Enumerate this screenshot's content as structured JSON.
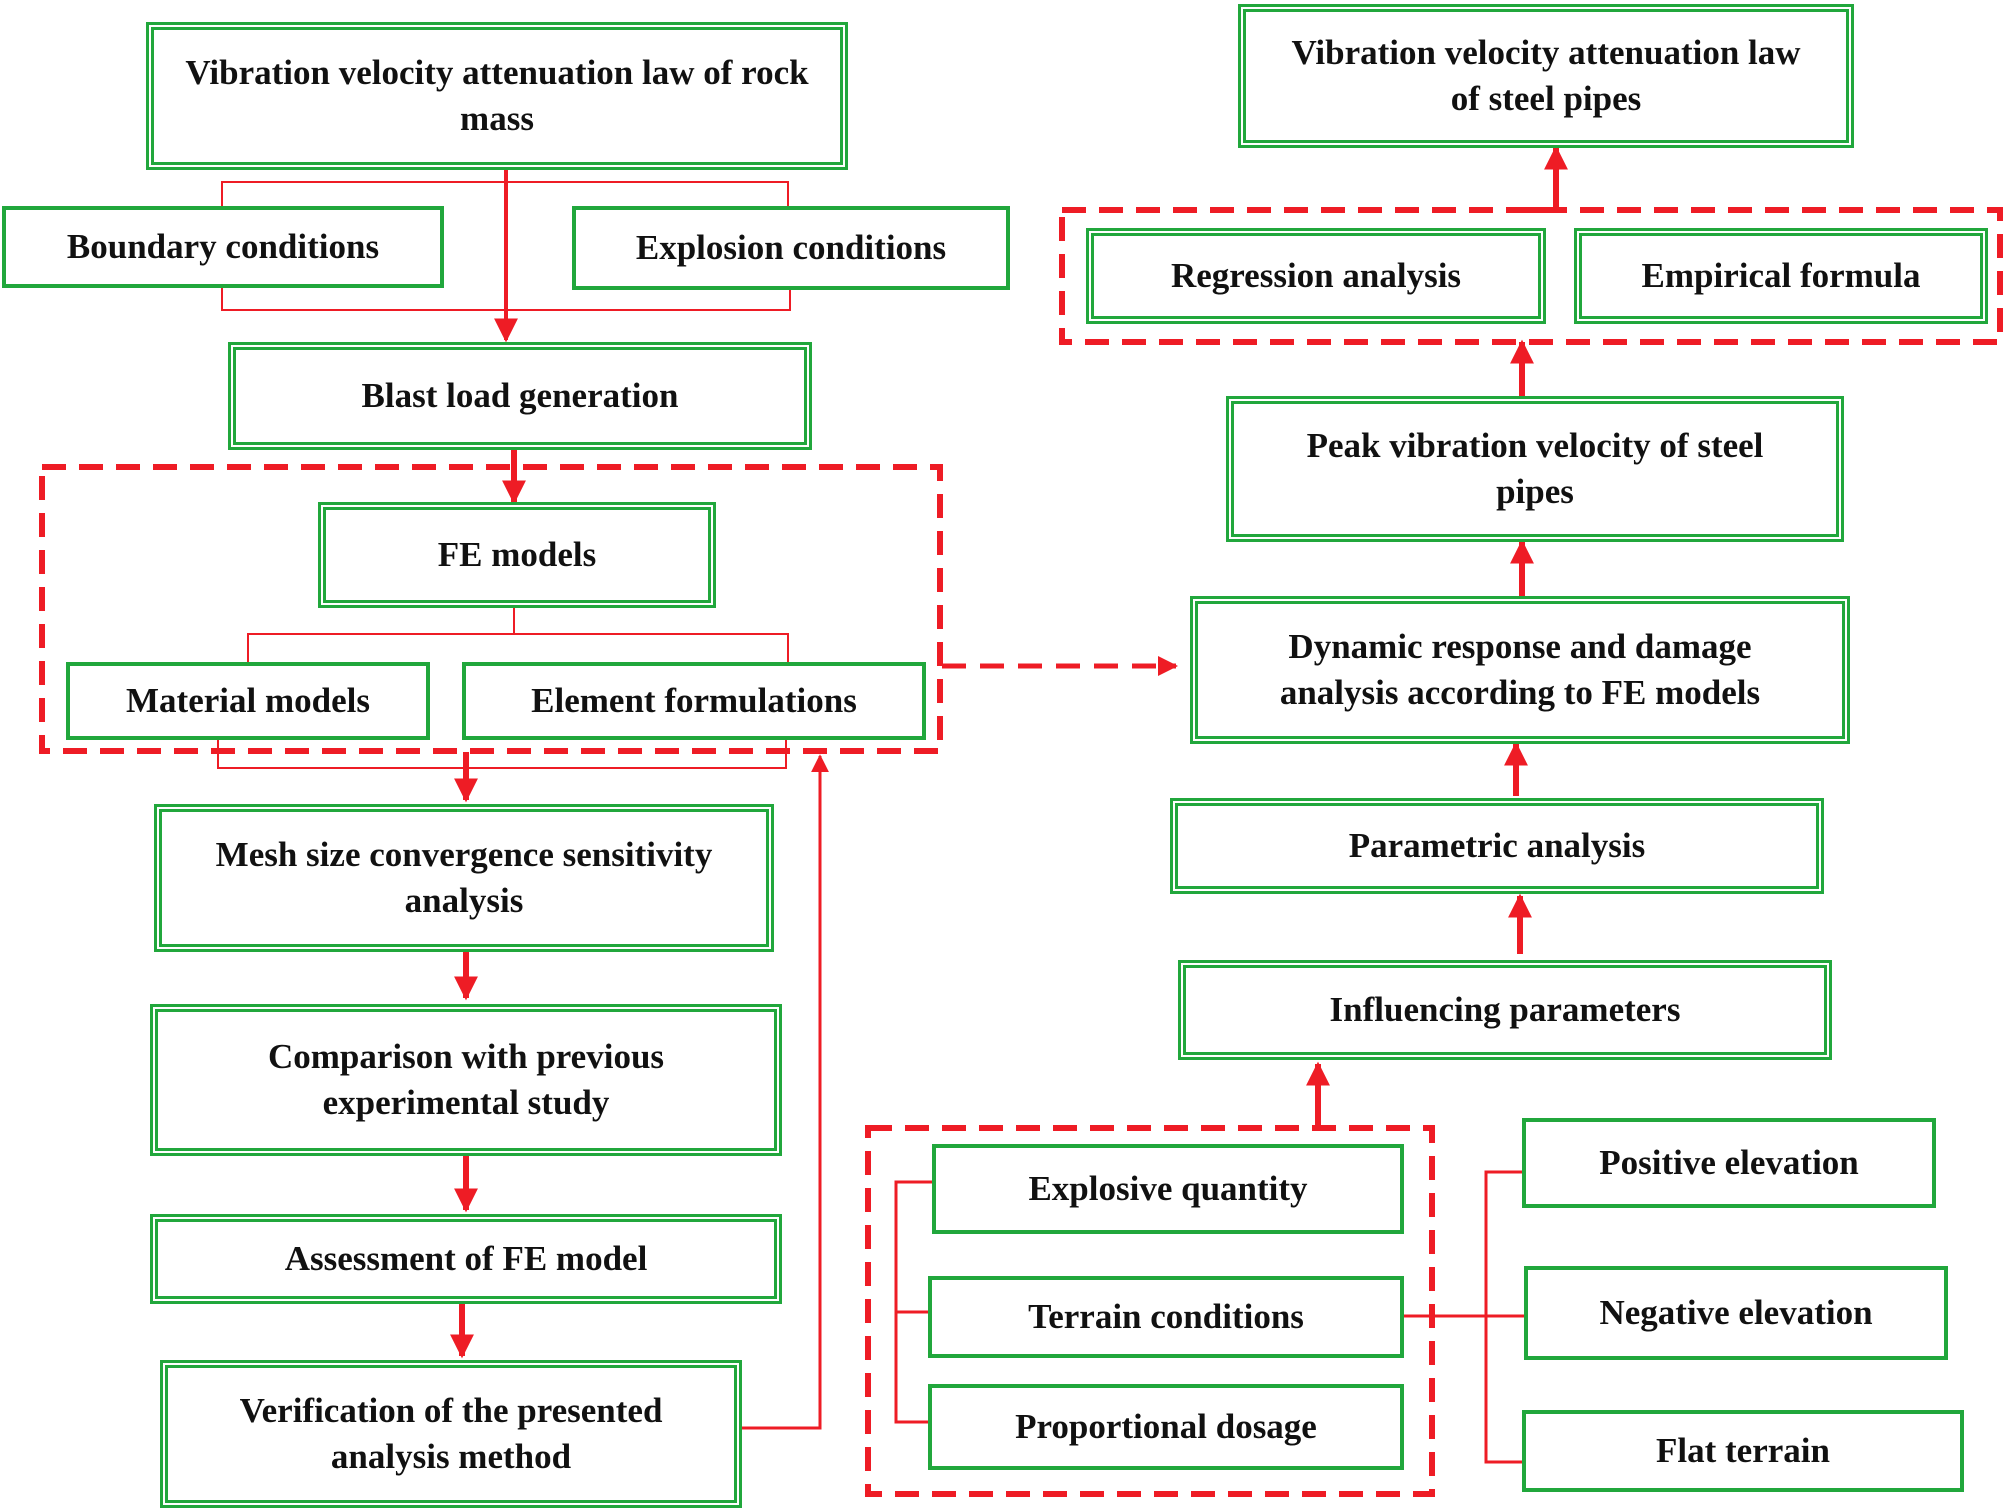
{
  "nodes": {
    "rock_law": "Vibration velocity attenuation law of rock mass",
    "boundary": "Boundary conditions",
    "explosion": "Explosion conditions",
    "blast_load": "Blast load generation",
    "fe_models": "FE models",
    "material": "Material models",
    "element": "Element formulations",
    "mesh": "Mesh size convergence sensitivity analysis",
    "comparison": "Comparison with previous experimental study",
    "assessment": "Assessment of FE model",
    "verification": "Verification of the presented analysis method",
    "steel_law": "Vibration velocity attenuation law of steel pipes",
    "regression": "Regression analysis",
    "empirical": "Empirical formula",
    "peak": "Peak vibration velocity of steel pipes",
    "dynamic": "Dynamic response and damage analysis according to FE models",
    "parametric": "Parametric analysis",
    "influencing": "Influencing parameters",
    "explosive_qty": "Explosive quantity",
    "terrain": "Terrain conditions",
    "proportional": "Proportional dosage",
    "positive": "Positive elevation",
    "negative": "Negative elevation",
    "flat": "Flat terrain"
  },
  "colors": {
    "box_border": "#21a73c",
    "arrow": "#ee1c25",
    "text": "#111111"
  }
}
